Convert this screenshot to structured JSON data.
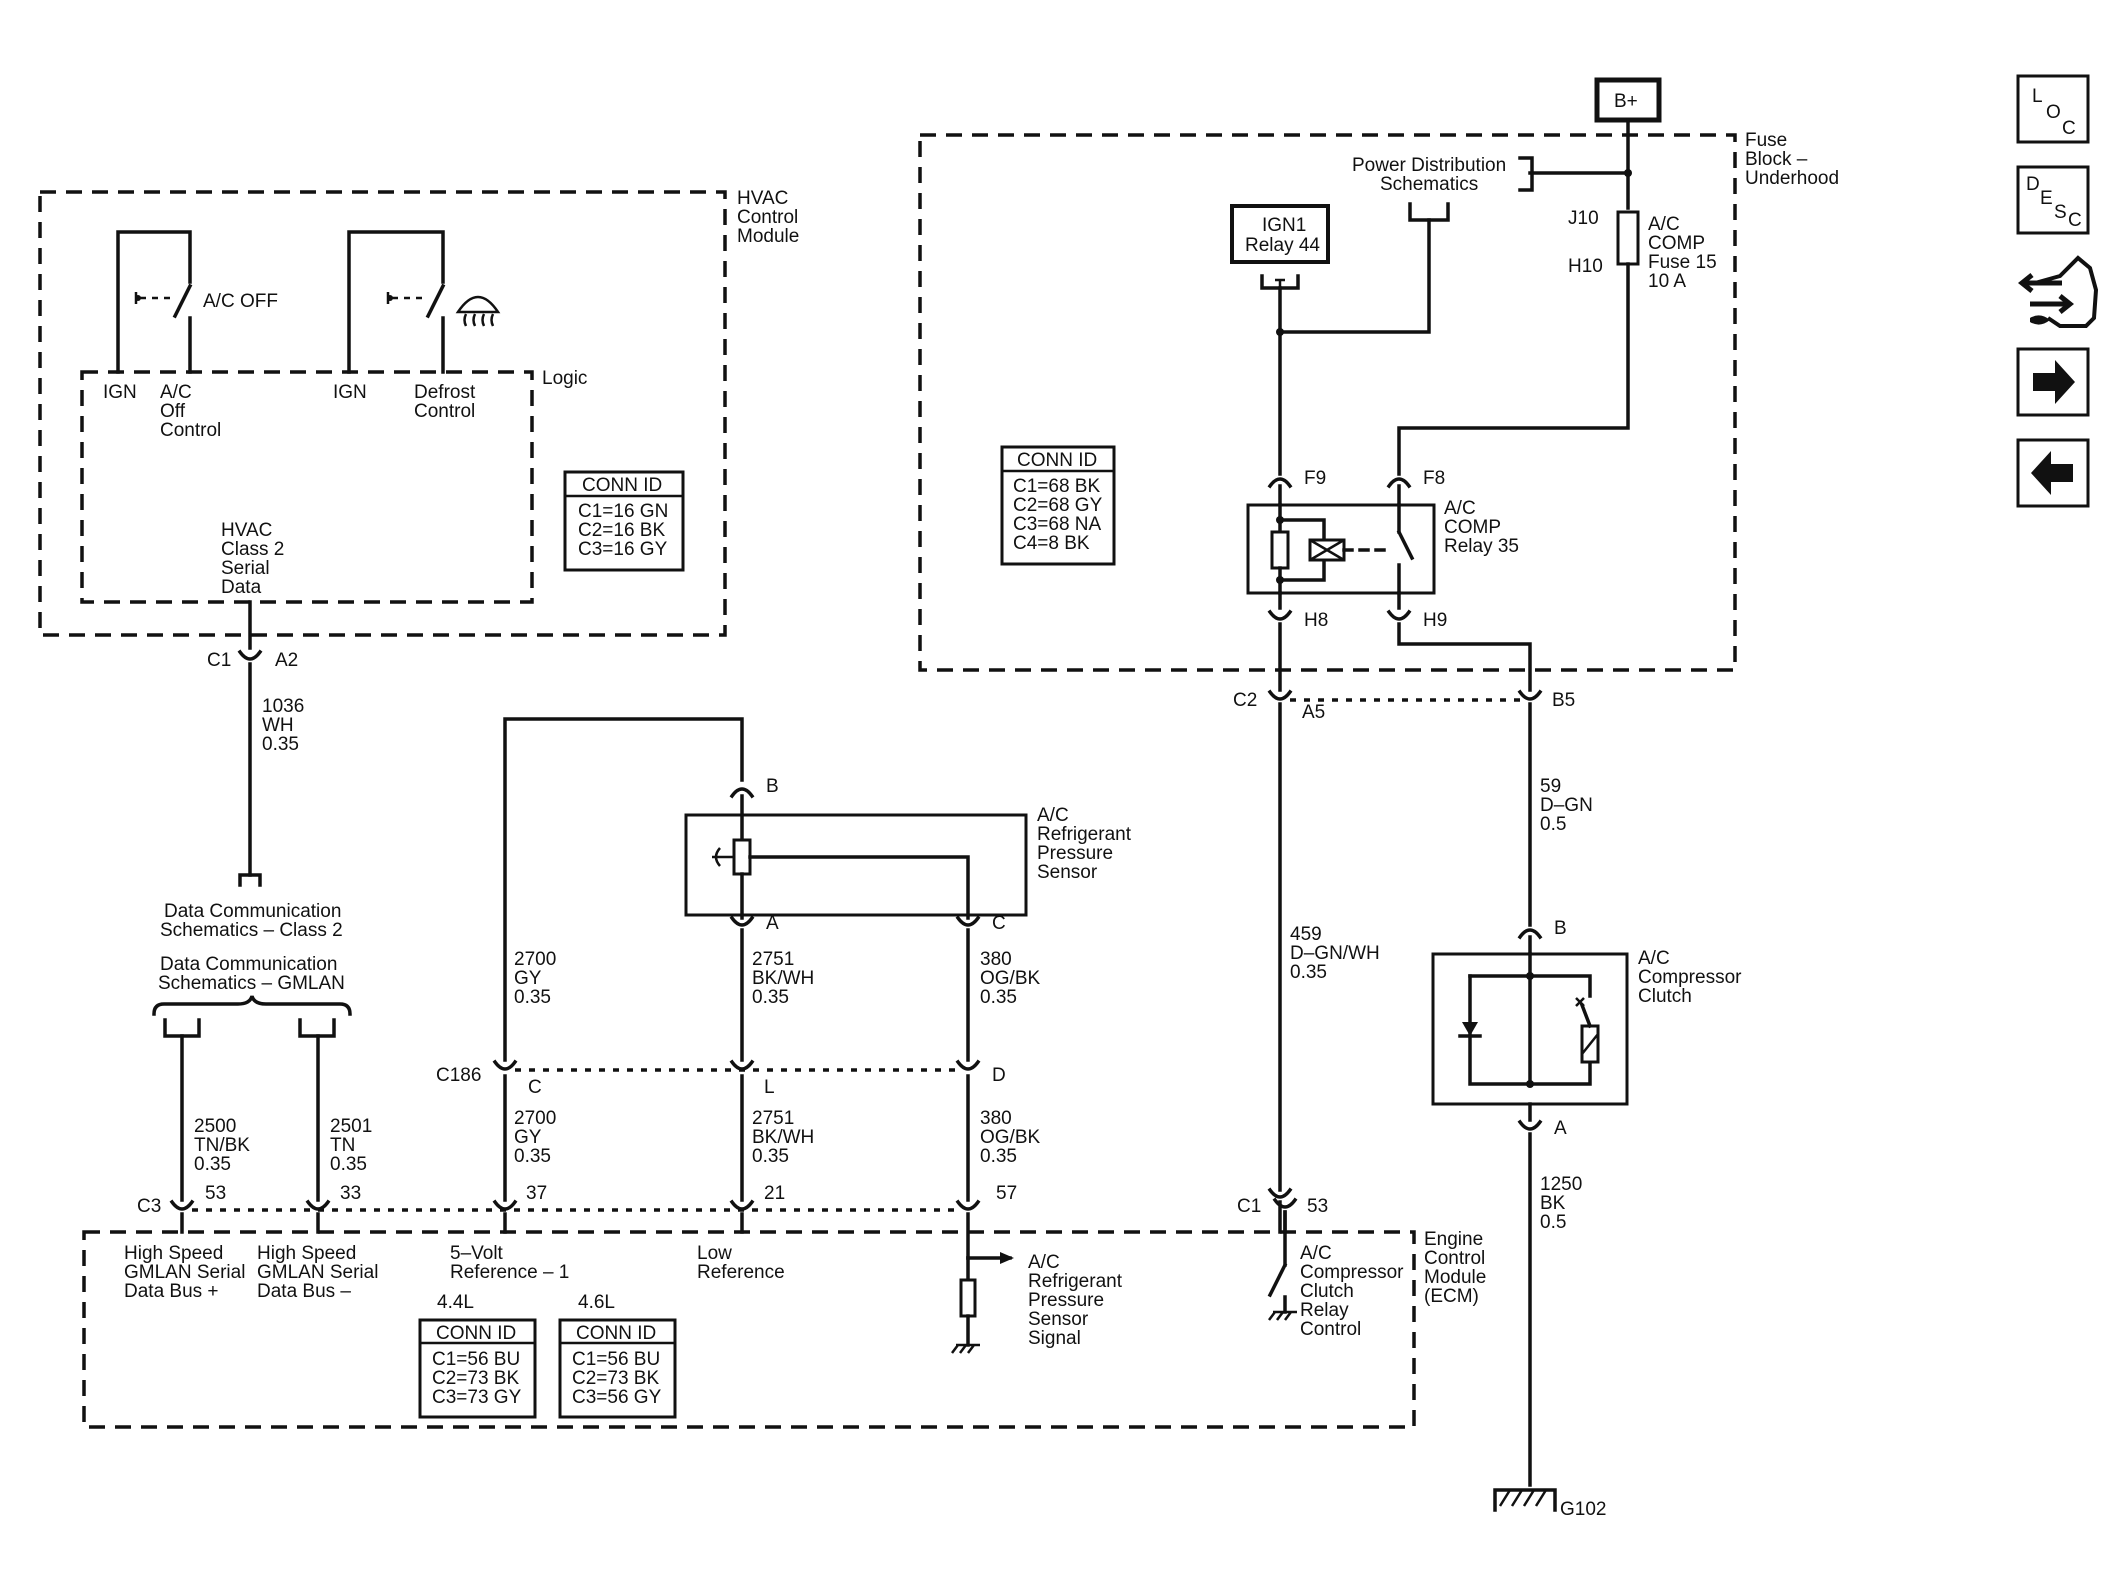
{
  "modules": {
    "hvac": {
      "title": [
        "HVAC",
        "Control",
        "Module"
      ],
      "logic": "Logic",
      "sw_ac_off": "A/C OFF",
      "pins": {
        "ign1": "IGN",
        "ac_off_ctrl": [
          "A/C",
          "Off",
          "Control"
        ],
        "ign2": "IGN",
        "defrost_ctrl": [
          "Defrost",
          "Control"
        ]
      },
      "serial": [
        "HVAC",
        "Class 2",
        "Serial",
        "Data"
      ],
      "conn": {
        "title": "CONN ID",
        "lines": [
          "C1=16 GN",
          "C2=16 BK",
          "C3=16 GY"
        ]
      }
    },
    "fuse_block": {
      "title": [
        "Fuse",
        "Block –",
        "Underhood"
      ],
      "battery": "B+",
      "power_dist": [
        "Power Distribution",
        "Schematics"
      ],
      "ign_relay": [
        "IGN1",
        "Relay 44"
      ],
      "fuse": {
        "label": [
          "A/C",
          "COMP",
          "Fuse 15",
          "10 A"
        ],
        "pin_top": "J10",
        "pin_bot": "H10"
      },
      "relay": {
        "label": [
          "A/C",
          "COMP",
          "Relay 35"
        ],
        "pins": [
          "F9",
          "F8",
          "H8",
          "H9"
        ]
      },
      "conn": {
        "title": "CONN ID",
        "lines": [
          "C1=68 BK",
          "C2=68 GY",
          "C3=68 NA",
          "C4=8 BK"
        ]
      }
    },
    "sensor": {
      "label": [
        "A/C",
        "Refrigerant",
        "Pressure",
        "Sensor"
      ],
      "pins": [
        "B",
        "A",
        "C"
      ]
    },
    "clutch": {
      "label": [
        "A/C",
        "Compressor",
        "Clutch"
      ],
      "pins": [
        "B",
        "A"
      ]
    },
    "ecm": {
      "title": [
        "Engine",
        "Control",
        "Module",
        "(ECM)"
      ],
      "hs_plus": [
        "High Speed",
        "GMLAN Serial",
        "Data Bus +"
      ],
      "hs_minus": [
        "High Speed",
        "GMLAN Serial",
        "Data Bus –"
      ],
      "ref5v": [
        "5–Volt",
        "Reference – 1"
      ],
      "low_ref": [
        "Low",
        "Reference"
      ],
      "signal": [
        "A/C",
        "Refrigerant",
        "Pressure",
        "Sensor",
        "Signal"
      ],
      "relay_ctrl": [
        "A/C",
        "Compressor",
        "Clutch",
        "Relay",
        "Control"
      ],
      "conn44": {
        "engine": "4.4L",
        "title": "CONN ID",
        "lines": [
          "C1=56 BU",
          "C2=73 BK",
          "C3=73 GY"
        ]
      },
      "conn46": {
        "engine": "4.6L",
        "title": "CONN ID",
        "lines": [
          "C1=56 BU",
          "C2=73 BK",
          "C3=56 GY"
        ]
      }
    }
  },
  "data_comm": {
    "class2": [
      "Data Communication",
      "Schematics – Class 2"
    ],
    "gmlan": [
      "Data Communication",
      "Schematics – GMLAN"
    ]
  },
  "connectors": {
    "hvac_c1": {
      "id": "C1",
      "pin": "A2"
    },
    "c2": {
      "id": "C2",
      "pin_a": "A5",
      "pin_b": "B5"
    },
    "c186": {
      "id": "C186",
      "pins": [
        "C",
        "L",
        "D"
      ]
    },
    "ecm_c3": {
      "id": "C3",
      "pins": [
        "53",
        "33",
        "37",
        "21",
        "57"
      ]
    },
    "ecm_c1": {
      "id": "C1",
      "pin": "53"
    },
    "ground": "G102"
  },
  "wires": {
    "w1036": [
      "1036",
      "WH",
      "0.35"
    ],
    "w2500": [
      "2500",
      "TN/BK",
      "0.35"
    ],
    "w2501": [
      "2501",
      "TN",
      "0.35"
    ],
    "w2700a": [
      "2700",
      "GY",
      "0.35"
    ],
    "w2751a": [
      "2751",
      "BK/WH",
      "0.35"
    ],
    "w380a": [
      "380",
      "OG/BK",
      "0.35"
    ],
    "w2700b": [
      "2700",
      "GY",
      "0.35"
    ],
    "w2751b": [
      "2751",
      "BK/WH",
      "0.35"
    ],
    "w380b": [
      "380",
      "OG/BK",
      "0.35"
    ],
    "w459": [
      "459",
      "D–GN/WH",
      "0.35"
    ],
    "w59": [
      "59",
      "D–GN",
      "0.5"
    ],
    "w1250": [
      "1250",
      "BK",
      "0.5"
    ]
  },
  "nav": {
    "loc": [
      "L",
      "O",
      "C"
    ],
    "desc": [
      "D",
      "E",
      "S",
      "C"
    ],
    "icons": [
      "hand-arrows-icon",
      "arrow-right-icon",
      "arrow-left-icon"
    ]
  }
}
